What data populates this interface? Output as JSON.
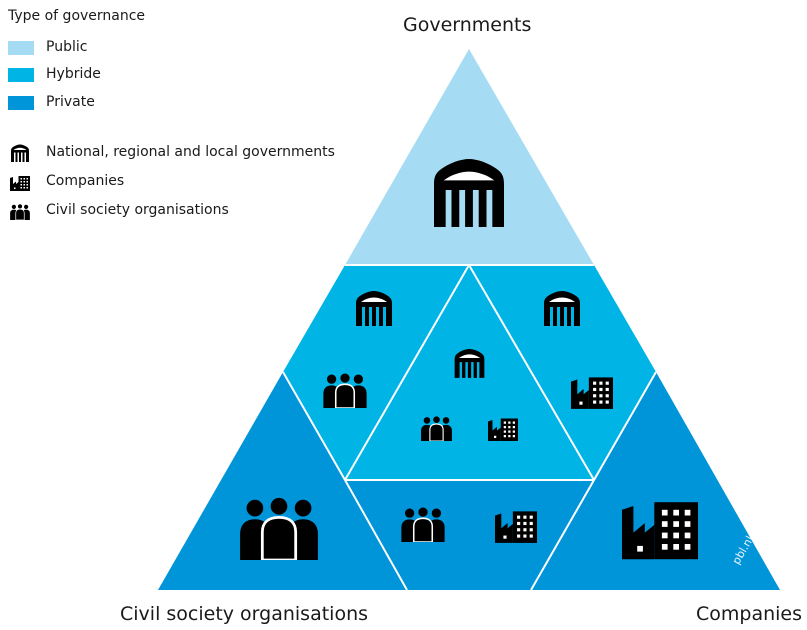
{
  "legend": {
    "title": "Type of governance",
    "types": [
      {
        "label": "Public",
        "color": "#a6dcf3"
      },
      {
        "label": "Hybride",
        "color": "#00b4e6"
      },
      {
        "label": "Private",
        "color": "#0094d9"
      }
    ],
    "actors": [
      {
        "label": "National, regional and local governments",
        "icon": "government-building-icon"
      },
      {
        "label": "Companies",
        "icon": "factory-icon"
      },
      {
        "label": "Civil society organisations",
        "icon": "people-group-icon"
      }
    ]
  },
  "vertices": {
    "top": "Governments",
    "bottom_left": "Civil society organisations",
    "bottom_right": "Companies"
  },
  "regions": {
    "top": {
      "governance": "Public",
      "actors": [
        "government-building-icon"
      ]
    },
    "upper_left": {
      "governance": "Hybride",
      "actors": [
        "government-building-icon",
        "people-group-icon"
      ]
    },
    "upper_right": {
      "governance": "Hybride",
      "actors": [
        "government-building-icon",
        "factory-icon"
      ]
    },
    "center": {
      "governance": "Hybride",
      "actors": [
        "government-building-icon",
        "people-group-icon",
        "factory-icon"
      ]
    },
    "bottom_middle": {
      "governance": "Private",
      "actors": [
        "people-group-icon",
        "factory-icon"
      ]
    },
    "bottom_left": {
      "governance": "Private",
      "actors": [
        "people-group-icon"
      ]
    },
    "bottom_right": {
      "governance": "Private",
      "actors": [
        "factory-icon"
      ]
    }
  },
  "watermark": "pbl.nl"
}
